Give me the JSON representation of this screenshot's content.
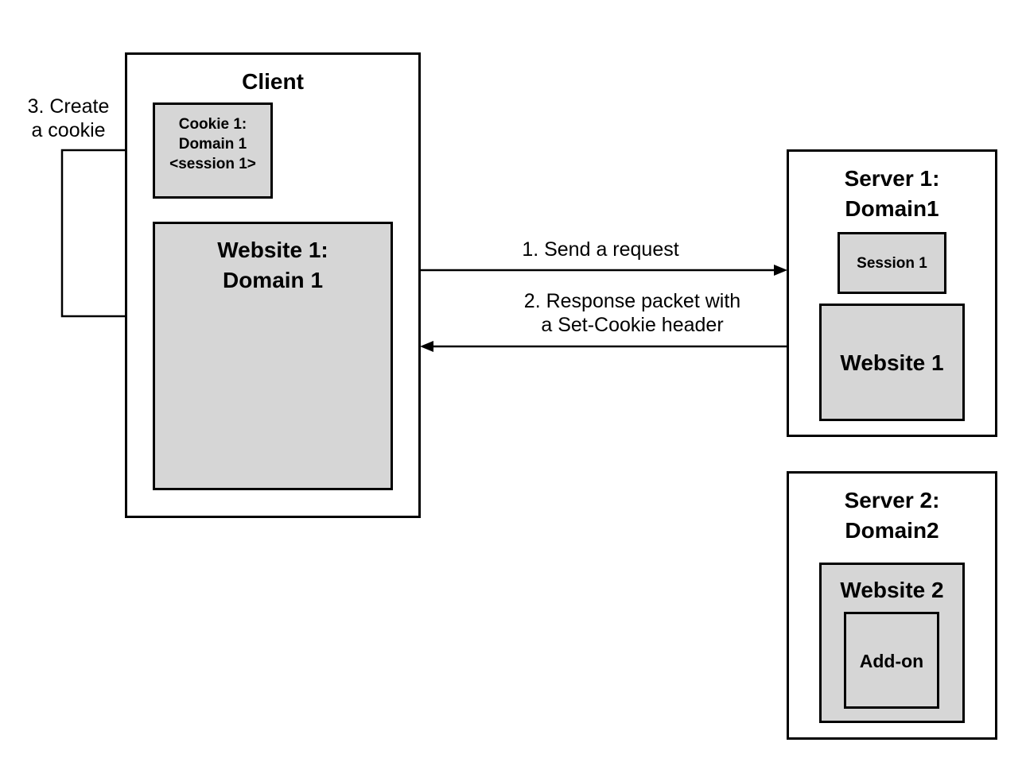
{
  "client": {
    "title": "Client",
    "cookie": {
      "line1": "Cookie 1:",
      "line2": "Domain 1",
      "line3": "<session 1>"
    },
    "website": {
      "line1": "Website 1:",
      "line2": "Domain 1"
    }
  },
  "server1": {
    "line1": "Server 1:",
    "line2": "Domain1",
    "session": "Session 1",
    "website": "Website 1"
  },
  "server2": {
    "line1": "Server 2:",
    "line2": "Domain2",
    "website": "Website 2",
    "addon": "Add-on"
  },
  "arrows": {
    "request": "1. Send a request",
    "response_line1": "2. Response packet with",
    "response_line2": "a Set-Cookie header",
    "cookie_line1": "3. Create",
    "cookie_line2": "a cookie"
  }
}
